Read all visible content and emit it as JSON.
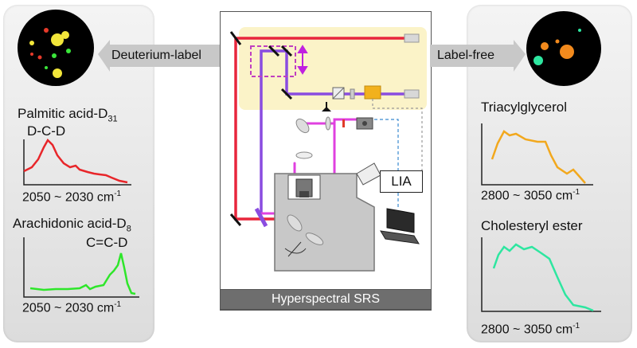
{
  "left": {
    "arrow_label": "Deuterium-label",
    "spectrum1": {
      "title": "Palmitic acid-D",
      "title_sub": "31",
      "peak_label": "D-C-D",
      "range": "2050 ~ 2030 cm",
      "range_sup": "-1",
      "color": "#e8262a"
    },
    "spectrum2": {
      "title": "Arachidonic acid-D",
      "title_sub": "8",
      "peak_label": "C=C-D",
      "range": "2050 ~ 2030 cm",
      "range_sup": "-1",
      "color": "#2ee62a"
    }
  },
  "right": {
    "arrow_label": "Label-free",
    "spectrum1": {
      "title": "Triacylglycerol",
      "range": "2800 ~ 3050 cm",
      "range_sup": "-1",
      "color": "#f2a81d"
    },
    "spectrum2": {
      "title": "Cholesteryl ester",
      "range": "2800 ~ 3050 cm",
      "range_sup": "-1",
      "color": "#2ee6a0"
    }
  },
  "center": {
    "caption": "Hyperspectral SRS",
    "lia_label": "LIA"
  },
  "colors": {
    "laser_red": "#e8263c",
    "laser_purple": "#8a4ce0",
    "beam_magenta": "#e040e0",
    "highlight": "#fbf3c8"
  }
}
